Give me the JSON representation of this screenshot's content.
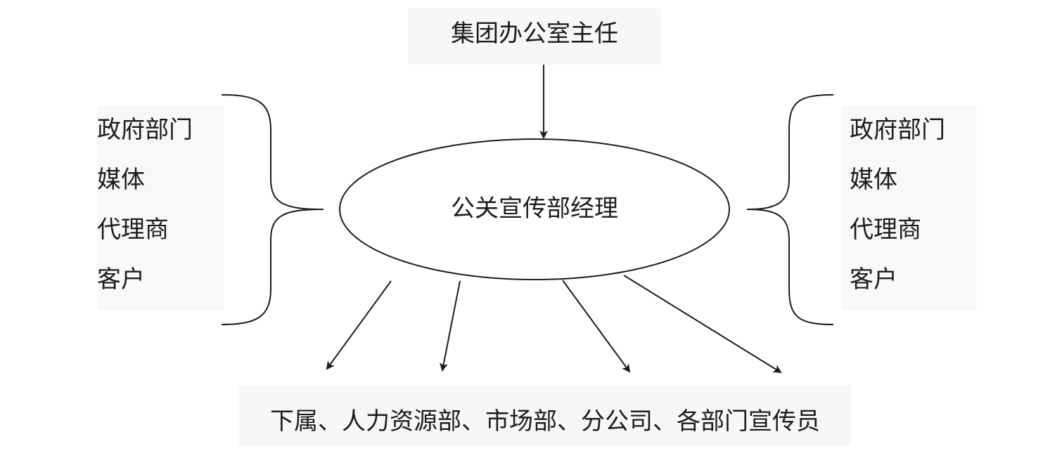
{
  "diagram": {
    "top_node": "集团办公室主任",
    "center_node": "公关宣传部经理",
    "left_stakeholders": [
      "政府部门",
      "媒体",
      "代理商",
      "客户"
    ],
    "right_stakeholders": [
      "政府部门",
      "媒体",
      "代理商",
      "客户"
    ],
    "bottom_node": "下属、人力资源部、市场部、分公司、各部门宣传员"
  },
  "colors": {
    "stroke": "#1c1c1c",
    "text": "#1c1c1c",
    "background": "#ffffff"
  }
}
